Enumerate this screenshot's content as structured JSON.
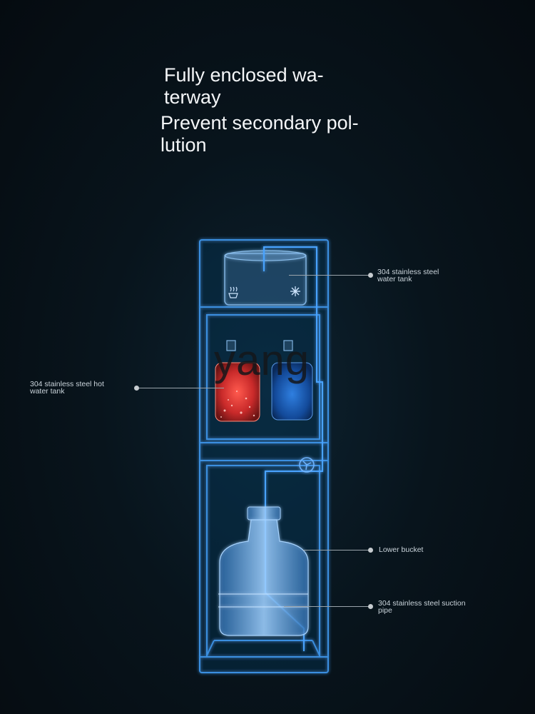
{
  "headline": {
    "line1": "Fully enclosed wa-\nterway",
    "line2": "Prevent secondary pol-\nlution"
  },
  "callouts": {
    "water_tank": "304 stainless steel\nwater tank",
    "hot_tank": "304 stainless steel hot\nwater tank",
    "lower_bucket": "Lower bucket",
    "suction_pipe": "304 stainless steel suction\npipe"
  },
  "watermark": "yang",
  "icons": {
    "hot": "steam-cup-icon",
    "cold": "snowflake-icon",
    "fan": "pump-fan-icon"
  },
  "colors": {
    "outline": "#3b8fe0",
    "hot": "#e23a3a",
    "cold": "#1d5fc0",
    "bottle": "#7fb8f0"
  }
}
